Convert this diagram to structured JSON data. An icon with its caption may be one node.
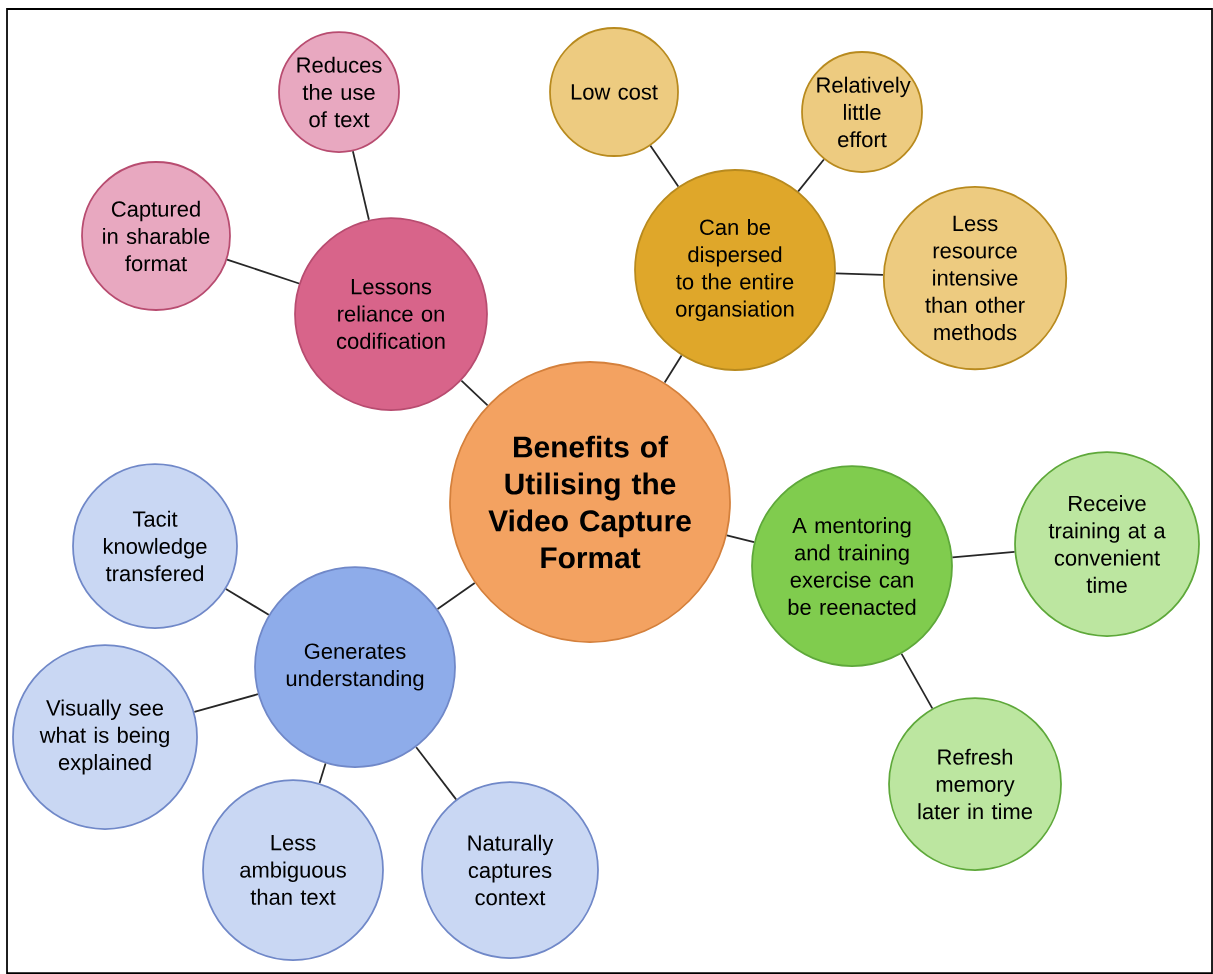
{
  "diagram": {
    "nodes": [
      {
        "text": [
          "Reduces the use of text"
        ]
      },
      {
        "text": [
          "Low cost"
        ]
      },
      {
        "text": [
          "Relatively little effort"
        ]
      },
      {
        "text": [
          "Captured in sharable format"
        ]
      },
      {
        "text": [
          "Can be dispersed to the entire organsiation"
        ]
      },
      {
        "text": [
          "Less resource intensive than other methods"
        ]
      },
      {
        "text": [
          "Lessons reliance on codification"
        ]
      },
      {
        "text": [
          "Benefits of Utilising the Video Capture Format"
        ]
      },
      {
        "text": [
          "Tacit knowledge transfered"
        ]
      },
      {
        "text": [
          "Receive training at a convenient time"
        ]
      },
      {
        "text": [
          "A mentoring and training exercise can be reenacted"
        ]
      },
      {
        "text": [
          "Generates understanding"
        ]
      },
      {
        "text": [
          "Visually see what is being explained"
        ]
      },
      {
        "text": [
          "Refresh memory later in time"
        ]
      },
      {
        "text": [
          "Less ambiguous than text"
        ]
      },
      {
        "text": [
          "Naturally captures context"
        ]
      }
    ],
    "edges": [
      {
        "from": 7,
        "to": 6,
        "arrow": "none"
      },
      {
        "from": 7,
        "to": 4,
        "arrow": "none"
      },
      {
        "from": 7,
        "to": 10,
        "arrow": "none"
      },
      {
        "from": 7,
        "to": 11,
        "arrow": "none"
      },
      {
        "from": 6,
        "to": 0,
        "arrow": "none"
      },
      {
        "from": 6,
        "to": 3,
        "arrow": "none"
      },
      {
        "from": 4,
        "to": 1,
        "arrow": "none"
      },
      {
        "from": 4,
        "to": 2,
        "arrow": "none"
      },
      {
        "from": 4,
        "to": 5,
        "arrow": "none"
      },
      {
        "from": 10,
        "to": 9,
        "arrow": "none"
      },
      {
        "from": 10,
        "to": 13,
        "arrow": "none"
      },
      {
        "from": 11,
        "to": 8,
        "arrow": "none"
      },
      {
        "from": 11,
        "to": 12,
        "arrow": "none"
      },
      {
        "from": 11,
        "to": 14,
        "arrow": "none"
      },
      {
        "from": 11,
        "to": 15,
        "arrow": "none"
      }
    ]
  }
}
